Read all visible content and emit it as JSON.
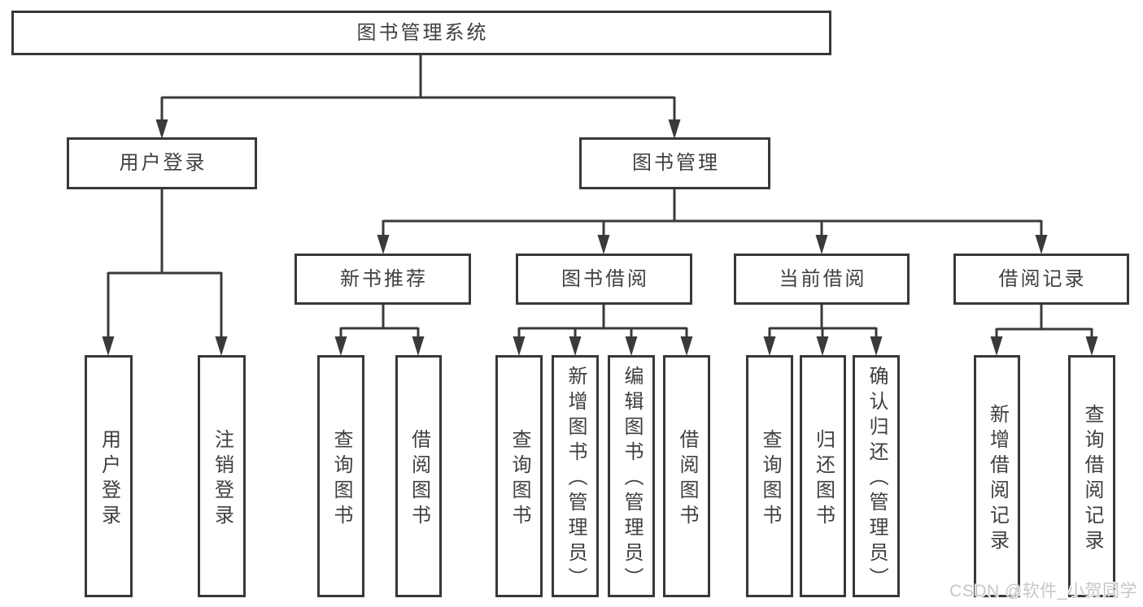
{
  "diagram": {
    "tree": {
      "label": "图书管理系统",
      "children": [
        {
          "label": "用户登录",
          "children": [
            {
              "label": "用户登录"
            },
            {
              "label": "注销登录"
            }
          ]
        },
        {
          "label": "图书管理",
          "children": [
            {
              "label": "新书推荐",
              "children": [
                {
                  "label": "查询图书"
                },
                {
                  "label": "借阅图书"
                }
              ]
            },
            {
              "label": "图书借阅",
              "children": [
                {
                  "label": "查询图书"
                },
                {
                  "label": "新增图书（管理员）"
                },
                {
                  "label": "编辑图书（管理员）"
                },
                {
                  "label": "借阅图书"
                }
              ]
            },
            {
              "label": "当前借阅",
              "children": [
                {
                  "label": "查询图书"
                },
                {
                  "label": "归还图书"
                },
                {
                  "label": "确认归还（管理员）"
                }
              ]
            },
            {
              "label": "借阅记录",
              "children": [
                {
                  "label": "新增借阅记录"
                },
                {
                  "label": "查询借阅记录"
                }
              ]
            }
          ]
        }
      ]
    },
    "colors": {
      "line": "#3a3a3a",
      "box_border": "#383838",
      "box_fill": "#ffffff",
      "text": "#3f3f3f",
      "background": "#ffffff",
      "watermark_text": "#c6c6c6"
    }
  },
  "watermark": {
    "text": "CSDN @软件_小贺同学"
  }
}
